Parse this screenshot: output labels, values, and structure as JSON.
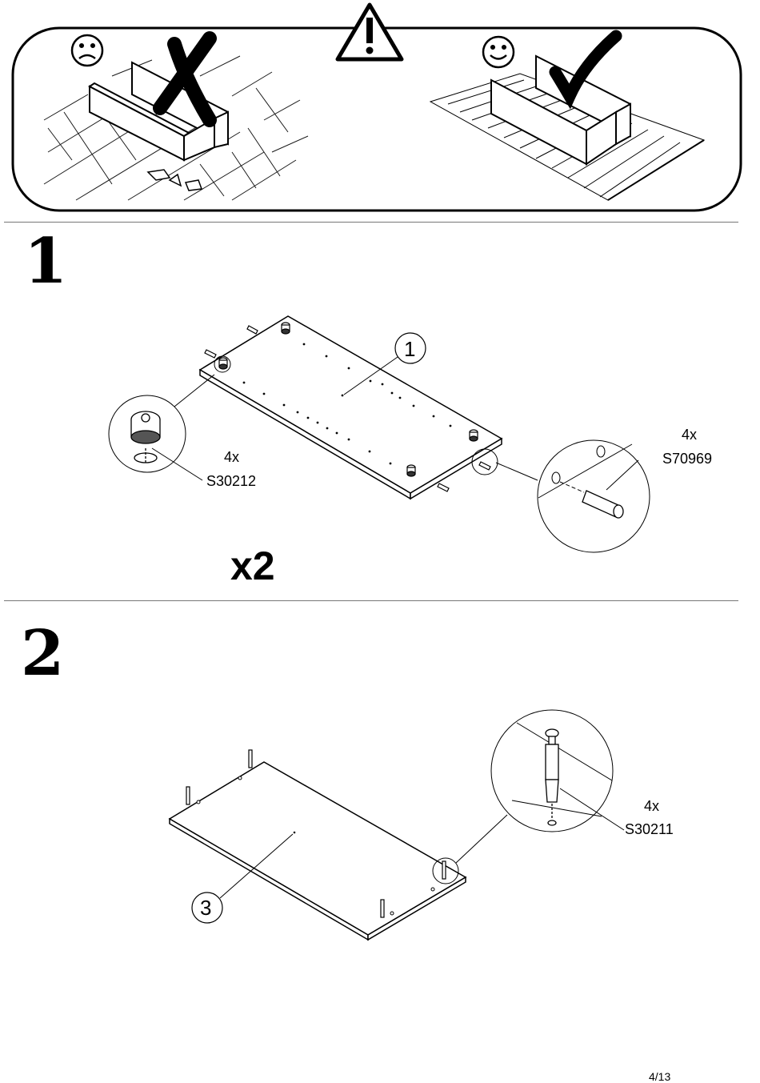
{
  "warning": {
    "bad_icon": "sad-face-icon",
    "good_icon": "happy-face-icon",
    "alert_icon": "warning-triangle-icon",
    "bad_mark": "cross-mark-icon",
    "good_mark": "check-mark-icon"
  },
  "steps": [
    {
      "number": "1",
      "multiplier": "x2",
      "panel_label": "1",
      "parts": [
        {
          "qty": "4x",
          "code": "S30212"
        },
        {
          "qty": "4x",
          "code": "S70969"
        }
      ]
    },
    {
      "number": "2",
      "panel_label": "3",
      "parts": [
        {
          "qty": "4x",
          "code": "S30211"
        }
      ]
    }
  ],
  "page": {
    "number": "4/13"
  }
}
